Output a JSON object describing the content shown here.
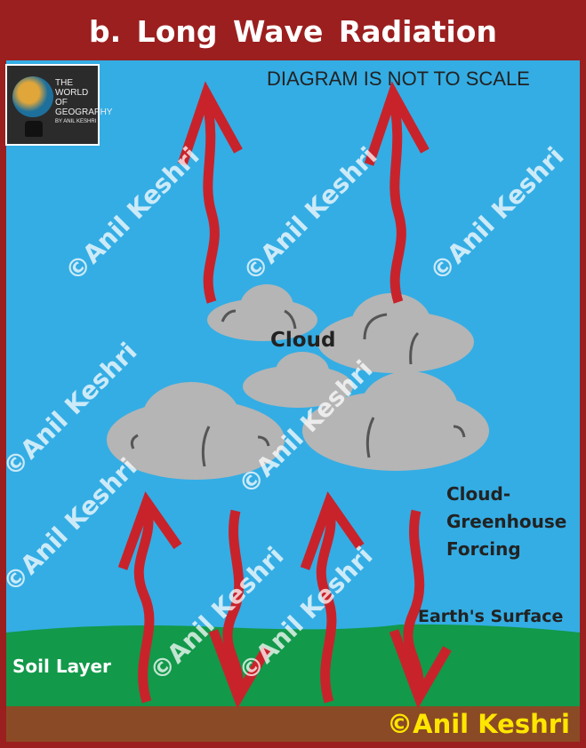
{
  "title": "b.  Long Wave Radiation",
  "note": "DIAGRAM IS NOT TO SCALE",
  "logo": {
    "line1": "THE",
    "line2": "WORLD",
    "line3": "OF",
    "line4": "GEOGRAPHY",
    "byline": "BY ANIL KESHRI"
  },
  "labels": {
    "cloud": "Cloud",
    "forcing_1": "Cloud-",
    "forcing_2": "Greenhouse",
    "forcing_3": "Forcing",
    "surface": "Earth's Surface",
    "soil": "Soil Layer"
  },
  "watermark": "©Anil Keshri",
  "credit": "©Anil Keshri",
  "colors": {
    "border": "#9b1f1f",
    "sky": "#34ade4",
    "ground": "#12994a",
    "soil": "#8a4a25",
    "arrow": "#c8232b",
    "cloud": "#b5b5b5"
  }
}
